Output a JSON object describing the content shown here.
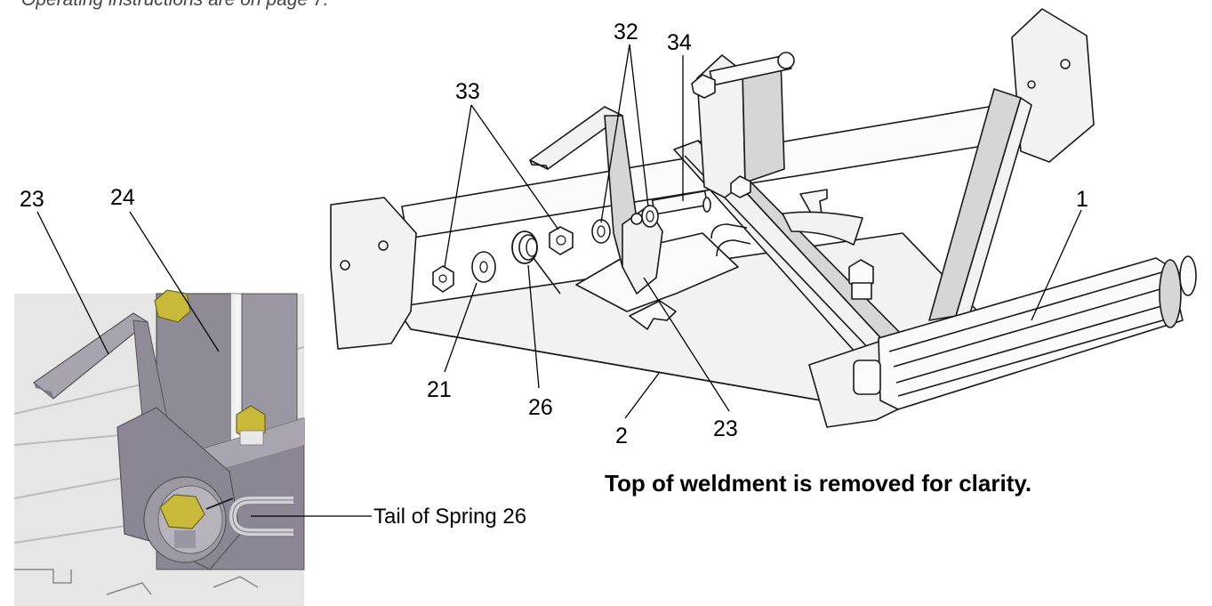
{
  "intro_text": "Operating instructions are on page 7.",
  "caption": "Top of weldment is removed for clarity.",
  "callout": "Tail of Spring 26",
  "labels": {
    "l1": "1",
    "l2": "2",
    "l21": "21",
    "l23_main": "23",
    "l23_inset": "23",
    "l24": "24",
    "l26": "26",
    "l32": "32",
    "l33": "33",
    "l34": "34"
  },
  "colors": {
    "bolt_yellow": "#c9b93a",
    "inset_bg": "#e6e6e6"
  }
}
